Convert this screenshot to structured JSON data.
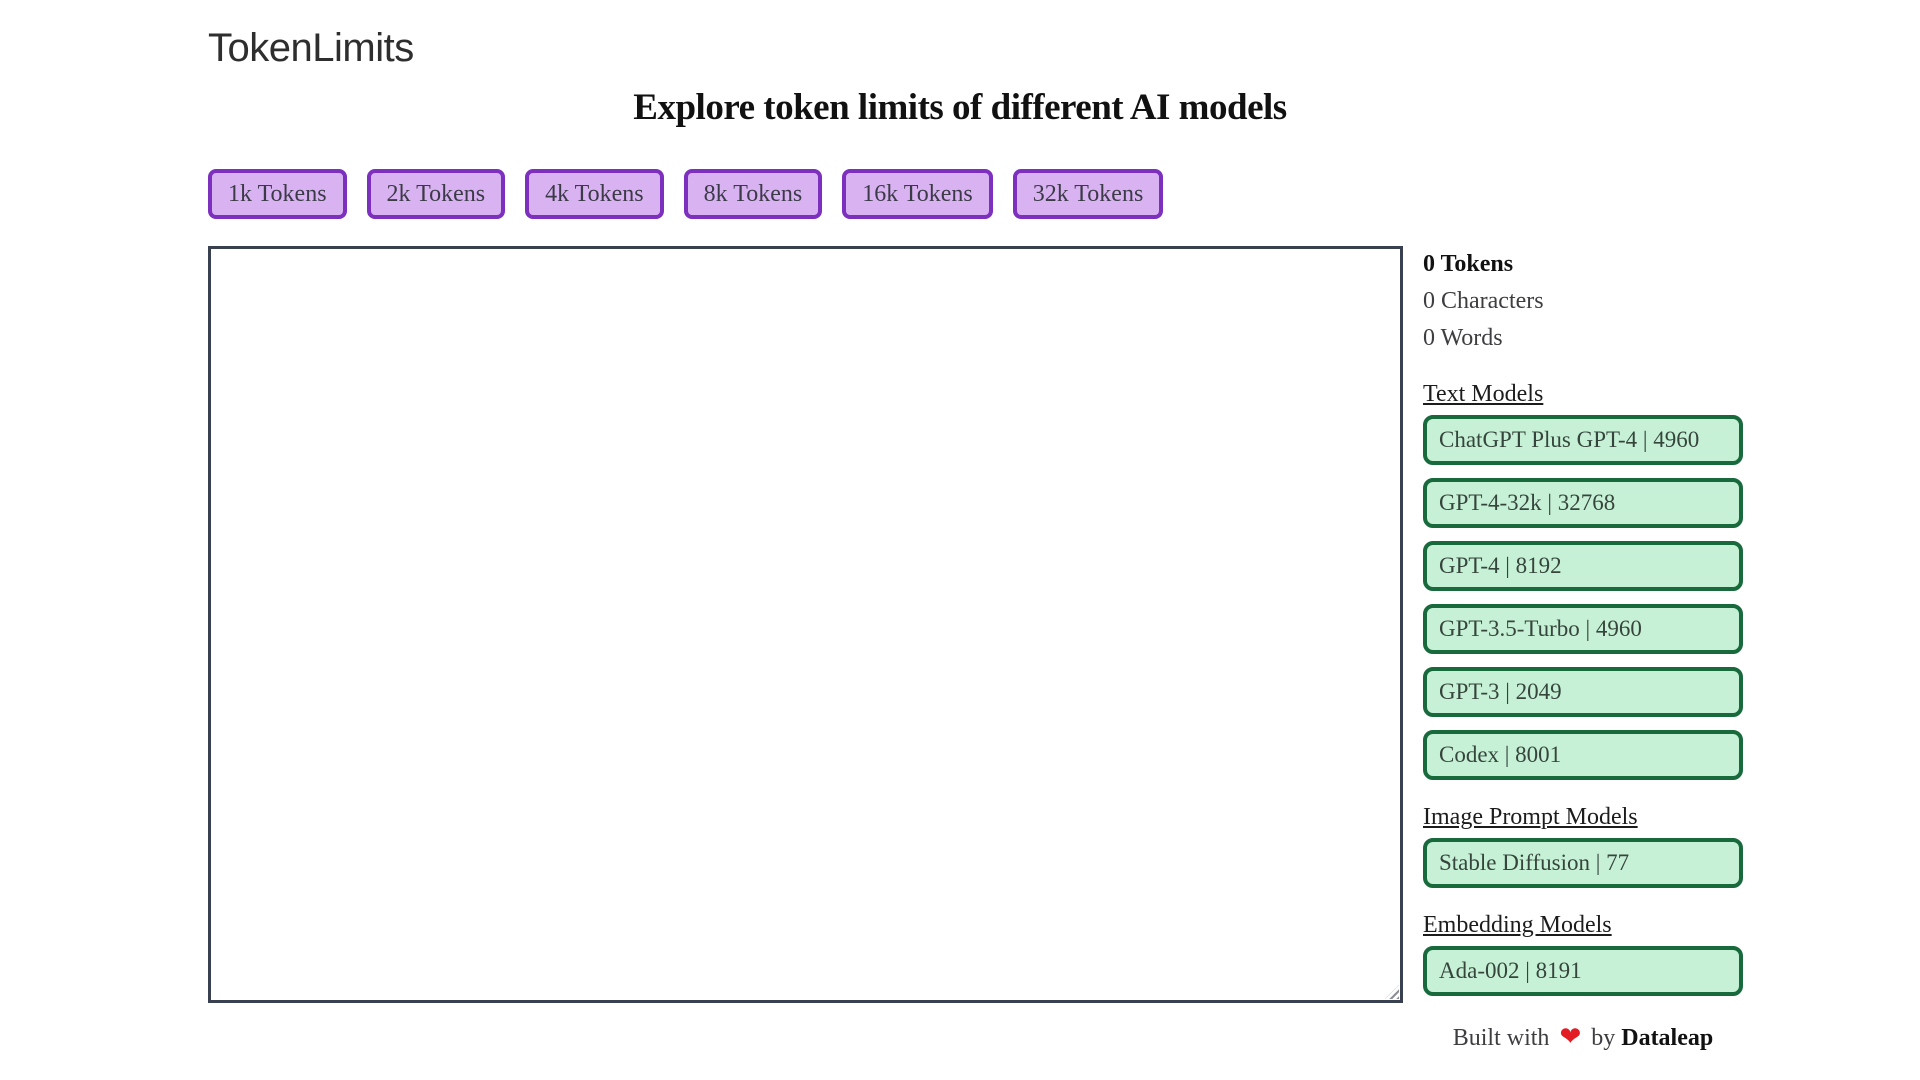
{
  "app": {
    "title": "TokenLimits"
  },
  "heading": "Explore token limits of different AI models",
  "token_buttons": [
    {
      "label": "1k Tokens"
    },
    {
      "label": "2k Tokens"
    },
    {
      "label": "4k Tokens"
    },
    {
      "label": "8k Tokens"
    },
    {
      "label": "16k Tokens"
    },
    {
      "label": "32k Tokens"
    }
  ],
  "editor": {
    "value": ""
  },
  "stats": {
    "tokens": "0 Tokens",
    "characters": "0 Characters",
    "words": "0 Words"
  },
  "sections": [
    {
      "heading": "Text Models",
      "models": [
        {
          "label": "ChatGPT Plus GPT-4 | 4960"
        },
        {
          "label": "GPT-4-32k | 32768"
        },
        {
          "label": "GPT-4 | 8192"
        },
        {
          "label": "GPT-3.5-Turbo | 4960"
        },
        {
          "label": "GPT-3 | 2049"
        },
        {
          "label": "Codex | 8001"
        }
      ]
    },
    {
      "heading": "Image Prompt Models",
      "models": [
        {
          "label": "Stable Diffusion | 77"
        }
      ]
    },
    {
      "heading": "Embedding Models",
      "models": [
        {
          "label": "Ada-002 | 8191"
        }
      ]
    }
  ],
  "footer": {
    "prefix": "Built with",
    "heart_icon": "❤",
    "connector": "by",
    "brand": "Dataleap"
  },
  "colors": {
    "button_bg": "#d9b2f2",
    "button_border": "#7d2fbd",
    "model_bg": "#c6f1d6",
    "model_border": "#186a3c",
    "textarea_border": "#394050",
    "heart_red": "#e31b23"
  }
}
